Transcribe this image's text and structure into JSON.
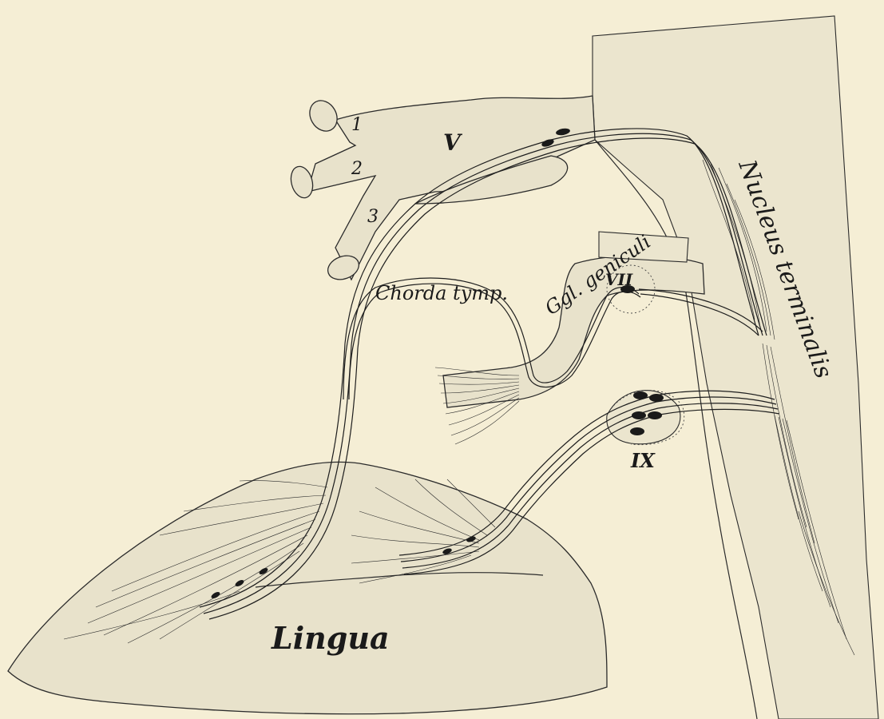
{
  "labels": {
    "branch_1": "1",
    "branch_2": "2",
    "branch_3": "3",
    "nerve_v": "V",
    "chorda": "Chorda tymp.",
    "ganglion": "Ggl. geniculi",
    "nerve_vii": "VII",
    "nerve_ix": "IX",
    "nucleus": "Nucleus terminalis",
    "lingua": "Lingua"
  },
  "colors": {
    "paper": "#f5eed5",
    "tissue": "#e8e2cb",
    "ink": "#1e1e1e"
  }
}
